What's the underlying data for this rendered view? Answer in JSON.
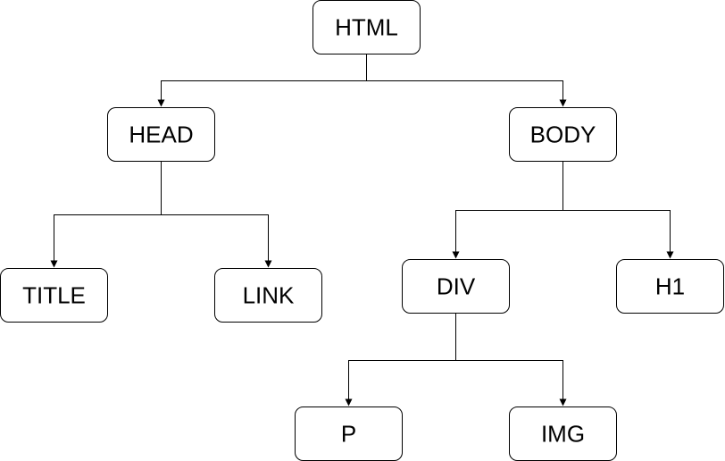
{
  "diagram": {
    "nodes": {
      "html": {
        "label": "HTML"
      },
      "head": {
        "label": "HEAD"
      },
      "body": {
        "label": "BODY"
      },
      "title": {
        "label": "TITLE"
      },
      "link": {
        "label": "LINK"
      },
      "div": {
        "label": "DIV"
      },
      "h1": {
        "label": "H1"
      },
      "p": {
        "label": "P"
      },
      "img": {
        "label": "IMG"
      }
    },
    "edges": [
      {
        "from": "html",
        "to": "head"
      },
      {
        "from": "html",
        "to": "body"
      },
      {
        "from": "head",
        "to": "title"
      },
      {
        "from": "head",
        "to": "link"
      },
      {
        "from": "body",
        "to": "div"
      },
      {
        "from": "body",
        "to": "h1"
      },
      {
        "from": "div",
        "to": "p"
      },
      {
        "from": "div",
        "to": "img"
      }
    ]
  }
}
